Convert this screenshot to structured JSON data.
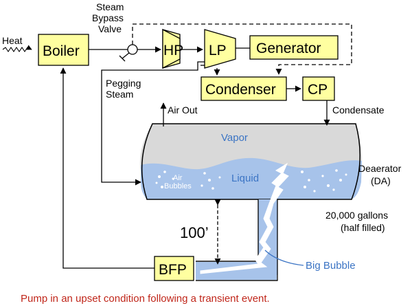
{
  "components": {
    "boiler": "Boiler",
    "hp": "HP",
    "lp": "LP",
    "generator": "Generator",
    "condenser": "Condenser",
    "cp": "CP",
    "bfp": "BFP"
  },
  "labels": {
    "heat": "Heat",
    "steam_bypass_line1": "Steam",
    "steam_bypass_line2": "Bypass",
    "steam_bypass_line3": "Valve",
    "pegging_line1": "Pegging",
    "pegging_line2": "Steam",
    "air_out": "Air Out",
    "condensate": "Condensate",
    "vapor": "Vapor",
    "liquid": "Liquid",
    "air_bubbles_line1": "Air",
    "air_bubbles_line2": "Bubbles",
    "deaerator_line1": "Deaerator",
    "deaerator_line2": "(DA)",
    "volume_line1": "20,000 gallons",
    "volume_line2": "(half filled)",
    "height": "100’",
    "big_bubble": "Big Bubble"
  },
  "caption": "Pump in an upset condition following a transient event.",
  "colors": {
    "component_fill": "#ffffa0",
    "vapor_fill": "#d9d9d9",
    "liquid_fill": "#a7c3ea",
    "blue_text": "#3b74c4",
    "caption": "#c0261a"
  }
}
